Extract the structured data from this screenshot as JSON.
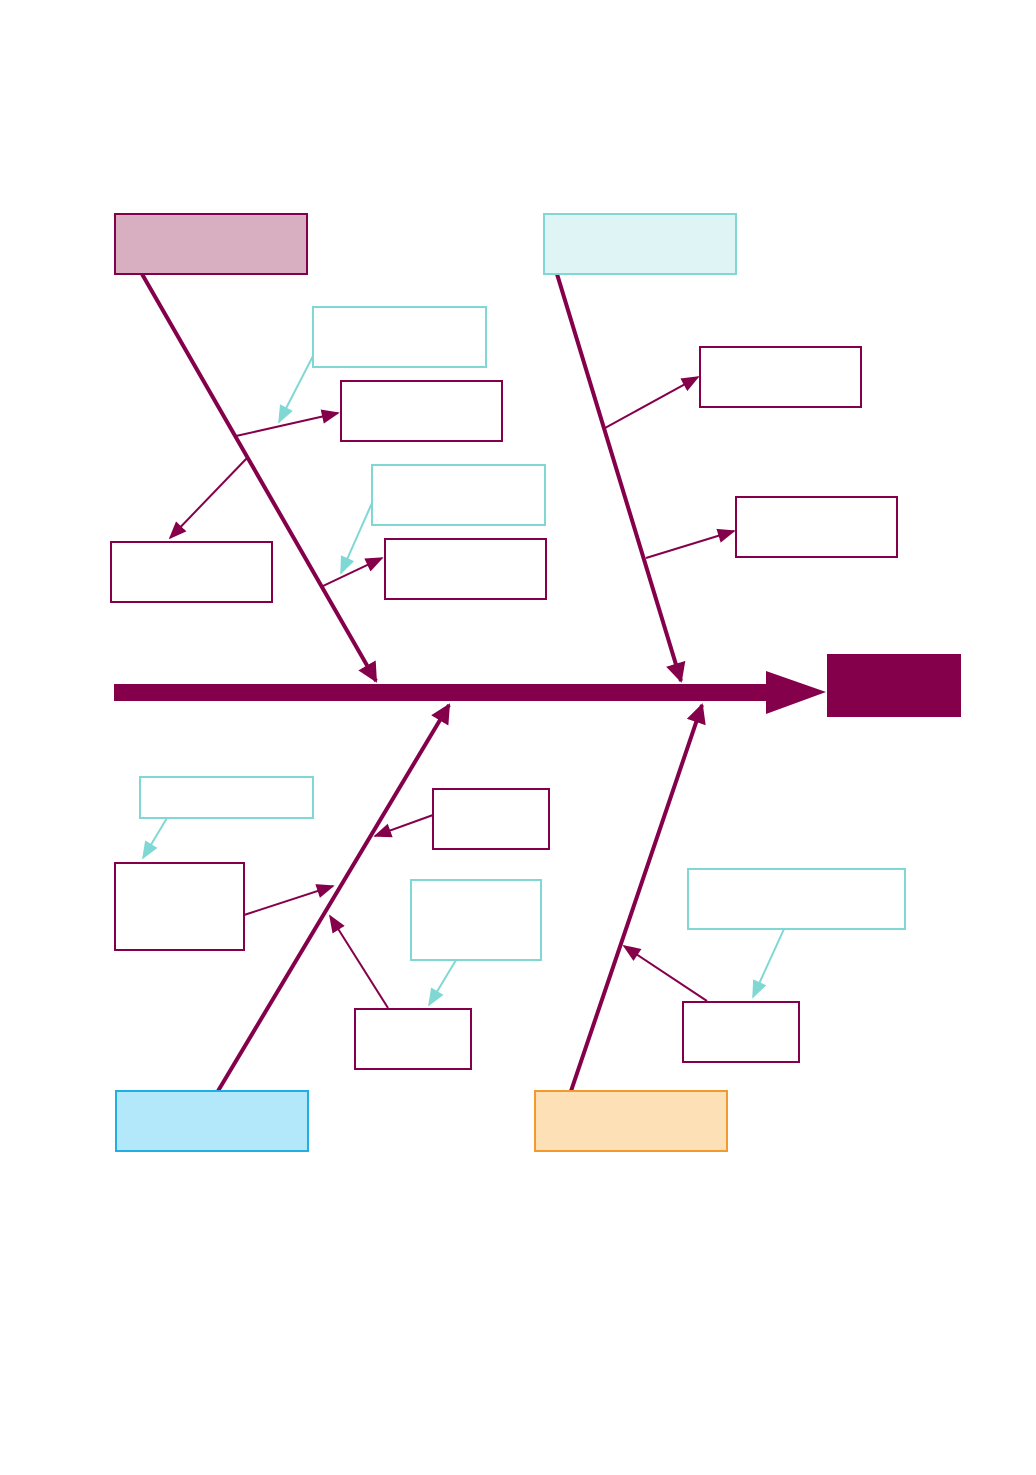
{
  "diagram": {
    "type": "fishbone",
    "colors": {
      "spine": "#85004b",
      "cause_border": "#85004b",
      "sub_border": "#7fd8d4",
      "head_fill": "#85004b",
      "category_top_left_fill": "#d8afc0",
      "category_top_right_fill": "#dff4f5",
      "category_bottom_left_fill": "#b3e8fb",
      "category_bottom_left_border": "#21aee5",
      "category_bottom_right_fill": "#fde0b5",
      "category_bottom_right_border": "#f39a2f"
    },
    "head": {
      "label": ""
    },
    "categories": [
      {
        "id": "top-left",
        "label": ""
      },
      {
        "id": "top-right",
        "label": ""
      },
      {
        "id": "bottom-left",
        "label": ""
      },
      {
        "id": "bottom-right",
        "label": ""
      }
    ],
    "causes": [
      {
        "id": "tl-cause-1",
        "label": ""
      },
      {
        "id": "tl-cause-2",
        "label": ""
      },
      {
        "id": "tl-cause-3",
        "label": ""
      },
      {
        "id": "tl-sub-1",
        "label": ""
      },
      {
        "id": "tl-sub-2",
        "label": ""
      },
      {
        "id": "tr-cause-1",
        "label": ""
      },
      {
        "id": "tr-cause-2",
        "label": ""
      },
      {
        "id": "bl-sub-1",
        "label": ""
      },
      {
        "id": "bl-cause-1",
        "label": ""
      },
      {
        "id": "bl-cause-2",
        "label": ""
      },
      {
        "id": "bl-sub-2",
        "label": ""
      },
      {
        "id": "bl-cause-3",
        "label": ""
      },
      {
        "id": "br-sub-1",
        "label": ""
      },
      {
        "id": "br-cause-1",
        "label": ""
      }
    ]
  }
}
